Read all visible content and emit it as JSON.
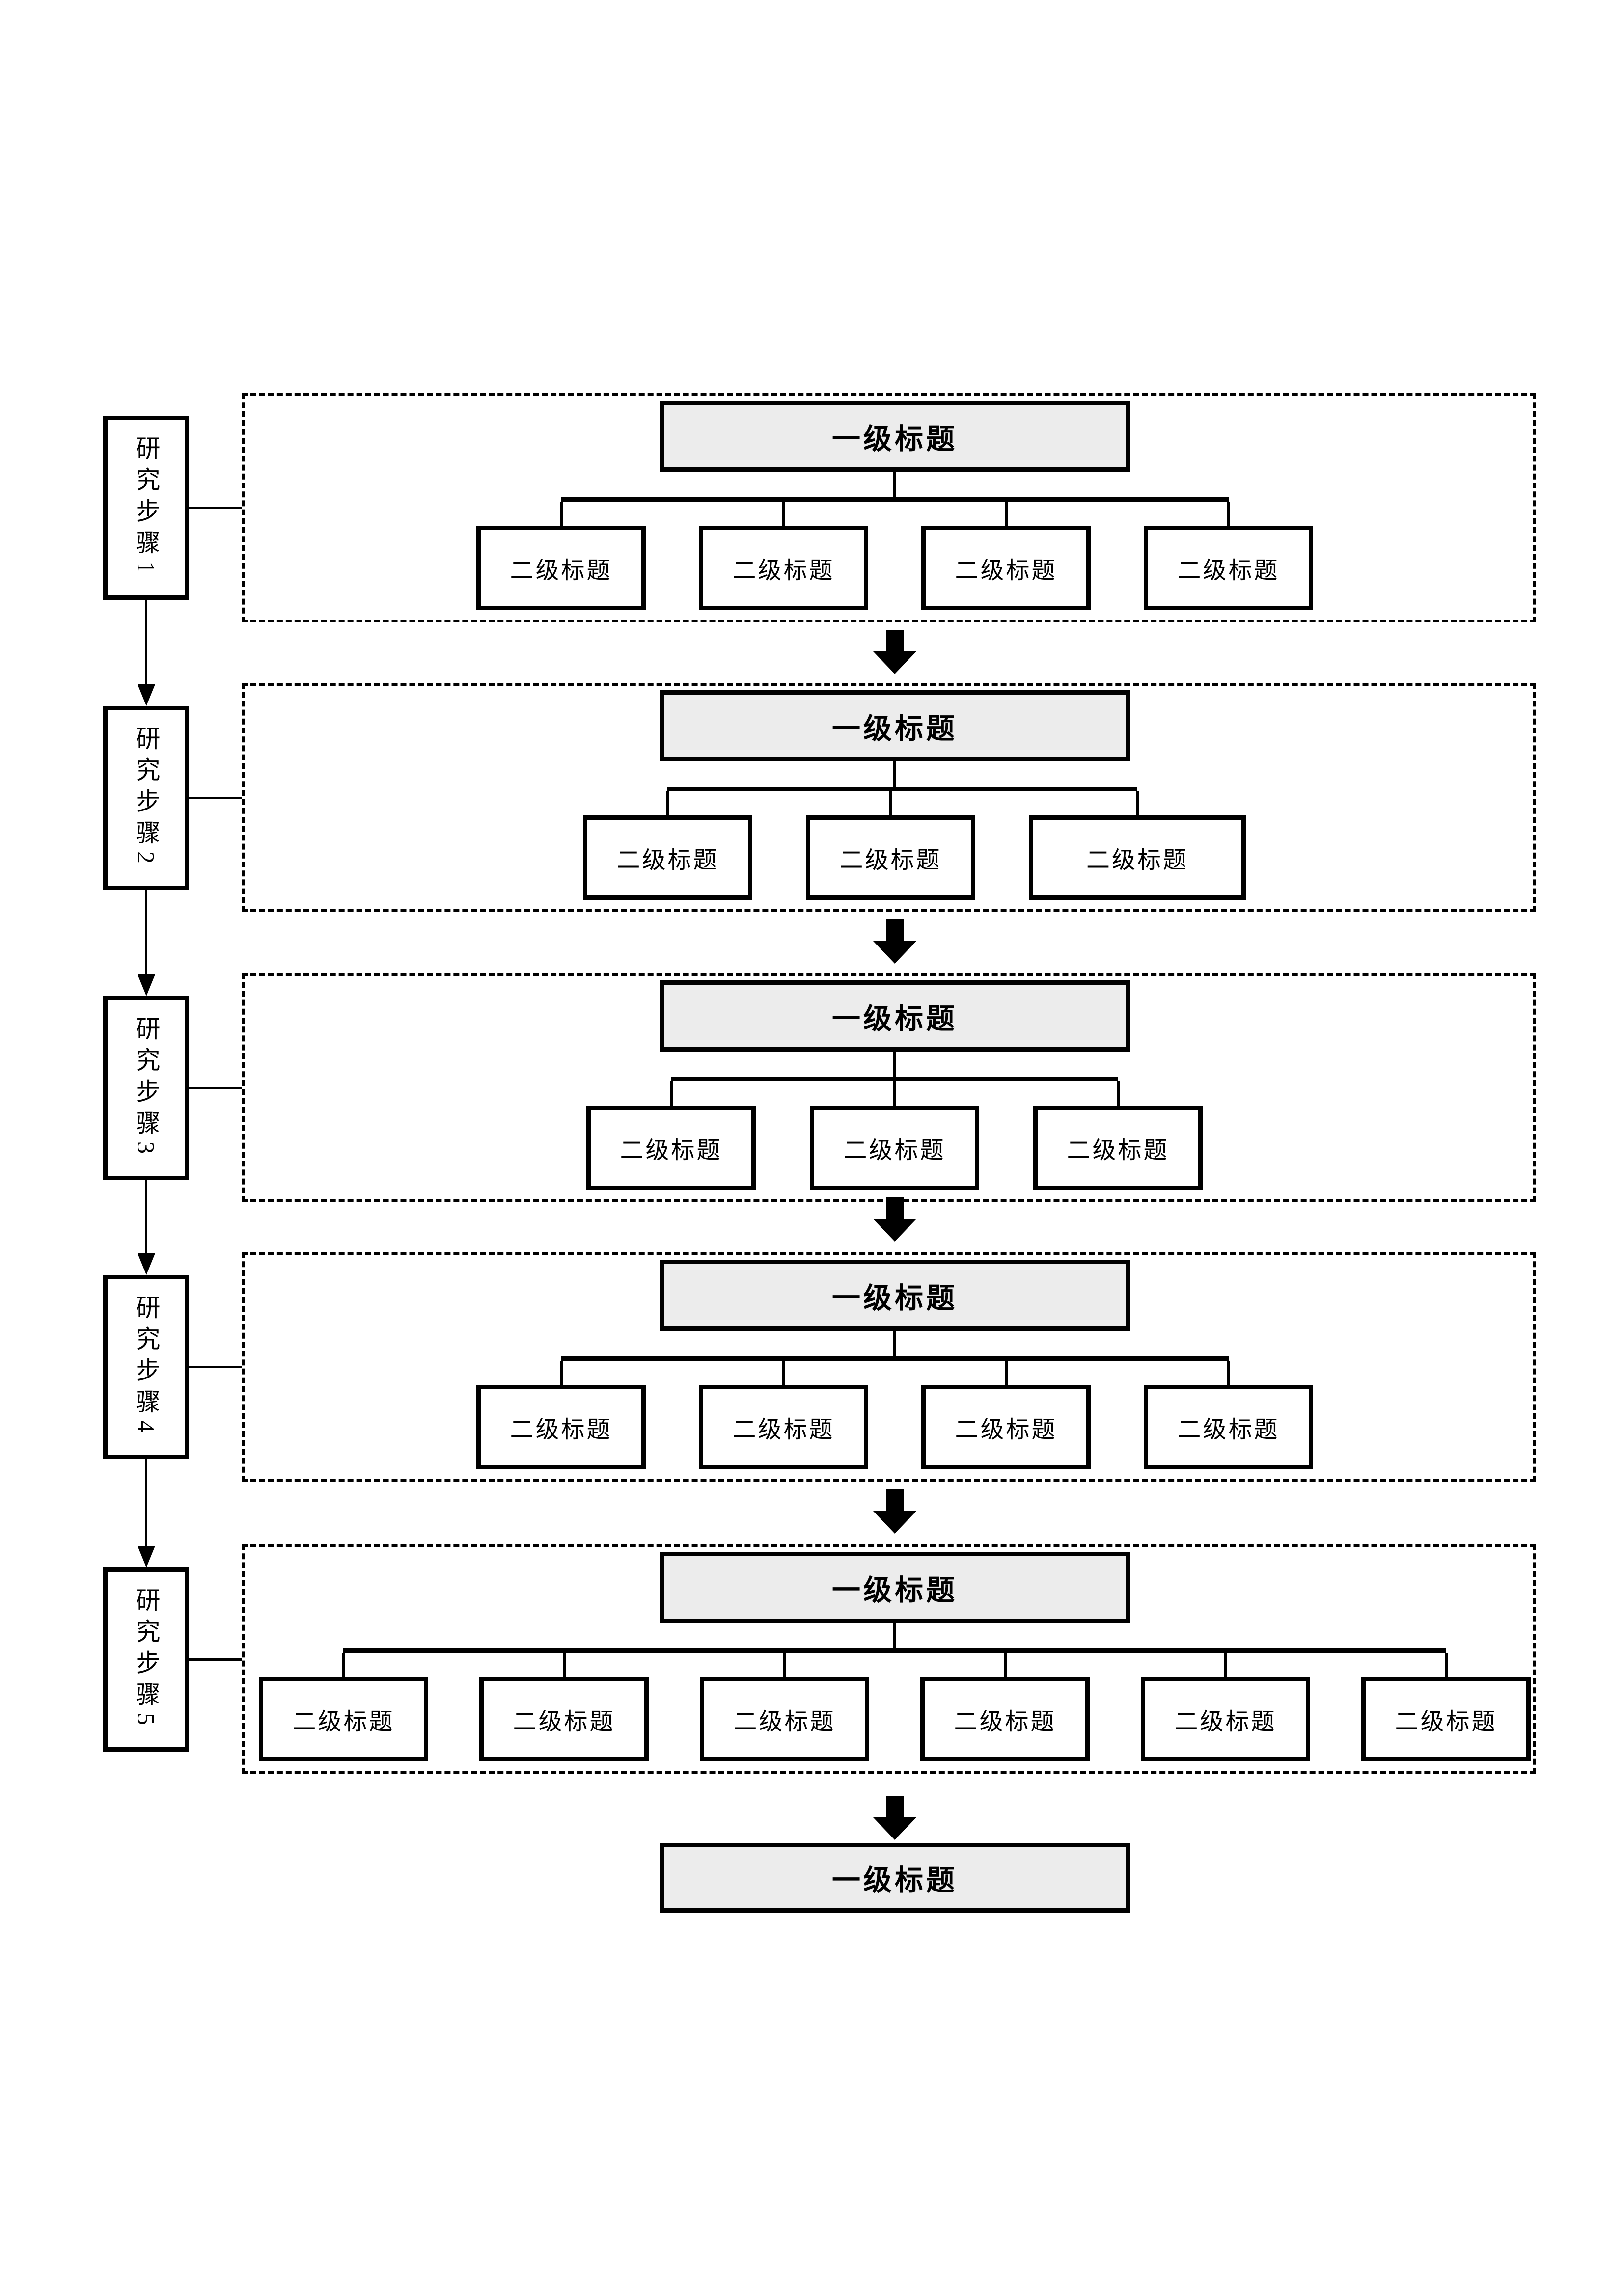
{
  "colors": {
    "line": "#000000",
    "level1_fill": "#ececec",
    "level2_fill": "#ffffff",
    "background": "#ffffff"
  },
  "steps": [
    {
      "label": "研究步骤1",
      "level1": "一级标题",
      "level2": [
        "二级标题",
        "二级标题",
        "二级标题",
        "二级标题"
      ]
    },
    {
      "label": "研究步骤2",
      "level1": "一级标题",
      "level2": [
        "二级标题",
        "二级标题",
        "二级标题"
      ]
    },
    {
      "label": "研究步骤3",
      "level1": "一级标题",
      "level2": [
        "二级标题",
        "二级标题",
        "二级标题"
      ]
    },
    {
      "label": "研究步骤4",
      "level1": "一级标题",
      "level2": [
        "二级标题",
        "二级标题",
        "二级标题",
        "二级标题"
      ]
    },
    {
      "label": "研究步骤5",
      "level1": "一级标题",
      "level2": [
        "二级标题",
        "二级标题",
        "二级标题",
        "二级标题",
        "二级标题",
        "二级标题"
      ]
    }
  ],
  "footer": {
    "title": "一级标题"
  }
}
